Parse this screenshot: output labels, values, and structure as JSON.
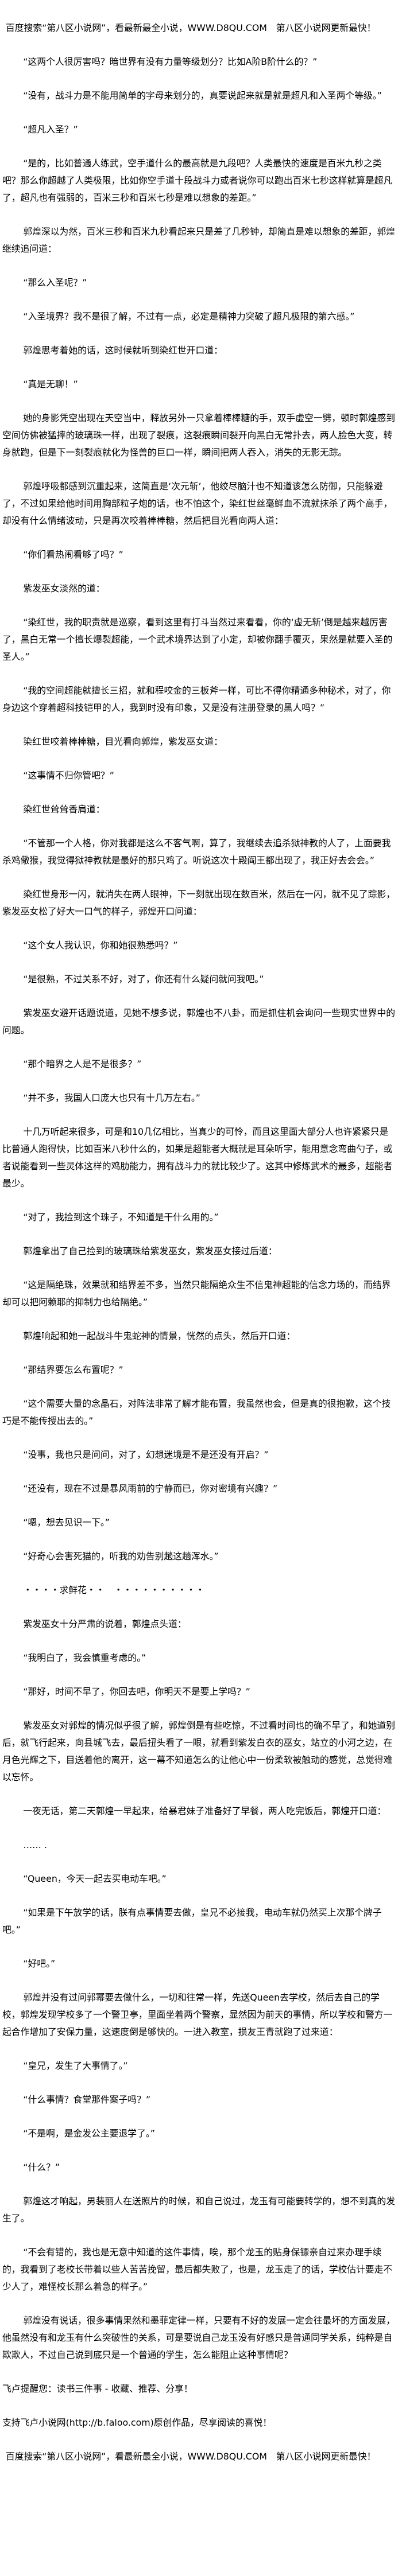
{
  "header_banner": "百度搜索“第八区小说网”，看最新最全小说，WWW.D8QU.COM　第八区小说网更新最快！",
  "paragraphs": [
    "“这两个人很厉害吗？暗世界有没有力量等级划分？比如A阶B阶什么的？”",
    "“没有，战斗力是不能用简单的字母来划分的，真要说起来就是就是超凡和入圣两个等级。”",
    "“超凡入圣？”",
    "“是的，比如普通人练武，空手道什么的最高就是九段吧？人类最快的速度是百米九秒之类吧？那么你超越了人类极限，比如你空手道十段战斗力或者说你可以跑出百米七秒这样就算是超凡了，超凡也有强弱的，百米三秒和百米七秒是难以想象的差距。”",
    "郭煌深以为然，百米三秒和百米九秒看起来只是差了几秒钟，却简直是难以想象的差距，郭煌继续追问道：",
    "“那么入圣呢？”",
    "“入圣境界？我不是很了解，不过有一点，必定是精神力突破了超凡极限的第六感。”",
    "郭煌思考着她的话，这时候就听到染红世开口道：",
    "“真是无聊！”",
    "她的身影凭空出现在天空当中，释放另外一只拿着棒棒糖的手，双手虚空一劈，顿时郭煌感到空间仿佛被猛摔的玻璃珠一样，出现了裂痕，这裂痕瞬间裂开向黑白无常扑去，两人脸色大变，转身就跑，但是下一刻裂痕就化为怪兽的巨口一样，瞬间把两人吞入，消失的无影无踪。",
    "郭煌呼吸都感到沉重起来，这简直是‘次元斩’，他绞尽脑汁也不知道该怎么防御，只能躲避了，不过如果给他时间用胸部粒子炮的话，也不怕这个，染红世丝毫鲜血不流就抹杀了两个高手，却没有什么情绪波动，只是再次咬着棒棒糖，然后把目光看向两人道：",
    "“你们看热闹看够了吗？”",
    "紫发巫女淡然的道：",
    "“染红世，我的职责就是巡察，看到这里有打斗当然过来看看，你的‘虚无斩’倒是越来越厉害了，黑白无常一个擅长爆裂超能，一个武术境界达到了小定，却被你翻手覆灭，果然是就要入圣的圣人。”",
    "“我的空间超能就擅长三招，就和程咬金的三板斧一样，可比不得你精通多种秘术，对了，你身边这个穿着超科技铠甲的人，我到时没有印象，又是没有注册登录的黑人吗？”",
    "染红世咬着棒棒糖，目光看向郭煌，紫发巫女道：",
    "“这事情不归你管吧？”",
    "染红世耸耸香肩道：",
    "“不管那一个人格，你对我都是这么不客气啊，算了，我继续去追杀狱神教的人了，上面要我杀鸡儆猴，我觉得狱神教就是最好的那只鸡了。听说这次十殿阎王都出现了，我正好去会会。”",
    "染红世身形一闪，就消失在两人眼神，下一刻就出现在数百米，然后在一闪，就不见了踪影，紫发巫女松了好大一口气的样子，郭煌开口问道：",
    "“这个女人我认识，你和她很熟悉吗？”",
    "“是很熟，不过关系不好，对了，你还有什么疑问就问我吧。”",
    "紫发巫女避开话题说道，见她不想多说，郭煌也不八卦，而是抓住机会询问一些现实世界中的问题。",
    "“那个暗界之人是不是很多？”",
    "“并不多，我国人口庞大也只有十几万左右。”",
    "十几万听起来很多，可是和10几亿相比，当真少的可怜，而且这里面大部分人也许紧紧只是比普通人跑得快，比如百米八秒什么的，如果是超能者大概就是耳朵听字，能用意念弯曲勺子，或者说能看到一些灵体这样的鸡肋能力，拥有战斗力的就比较少了。这其中修炼武术的最多，超能者最少。",
    "“对了，我捡到这个珠子，不知道是干什么用的。”",
    "郭煌拿出了自己捡到的玻璃珠给紫发巫女，紫发巫女接过后道：",
    "“这是隔绝珠，效果就和结界差不多，当然只能隔绝众生不信鬼神超能的信念力场的，而结界却可以把阿赖耶的抑制力也给隔绝。”",
    "郭煌响起和她一起战斗牛鬼蛇神的情景，恍然的点头，然后开口道：",
    "“那结界要怎么布置呢？”",
    "“这个需要大量的念晶石，对阵法非常了解才能布置，我虽然也会，但是真的很抱歉，这个技巧是不能传授出去的。”",
    "“没事，我也只是问问，对了，幻想迷境是不是还没有开启？”",
    "“还没有，现在不过是暴风雨前的宁静而已，你对密境有兴趣？”",
    "“嗯，想去见识一下。”",
    "“好奇心会害死猫的，听我的劝告别趟这趟浑水。”",
    "・・・・求鲜花・・　・・・・・・・・・・",
    "紫发巫女十分严肃的说着，郭煌点头道：",
    "“我明白了，我会慎重考虑的。”",
    "“那好，时间不早了，你回去吧，你明天不是要上学吗？”",
    "紫发巫女对郭煌的情况似乎很了解，郭煌倒是有些吃惊，不过看时间也的确不早了，和她道别后，就飞行起来，向县城飞去，最后扭头看了一眼，就看到紫发白衣的巫女，站立的小河之边，在月色光辉之下，目送着他的离开，这一幕不知道怎么的让他心中一份柔软被触动的感觉，总觉得难以忘怀。",
    "一夜无话，第二天郭煌一早起来，给暴君妹子准备好了早餐，两人吃完饭后，郭煌开口道：",
    "…… .",
    "“Queen，今天一起去买电动车吧。”",
    "“如果是下午放学的话，朕有点事情要去做，皇兄不必接我，电动车就仍然买上次那个牌子吧。”",
    "“好吧。”",
    "郭煌并没有过问郭幂要去做什么，一切和往常一样，先送Queen去学校，然后去自己的学校，郭煌发现学校多了一个警卫亭，里面坐着两个警察，显然因为前天的事情，所以学校和警方一起合作增加了安保力量，这速度倒是够快的。一进入教室，损友王青就跑了过来道：",
    "“皇兄，发生了大事情了。”",
    "“什么事情？食堂那件案子吗？”",
    "“不是啊，是金发公主要退学了。”",
    "“什么？”",
    "郭煌这才响起，男装丽人在送照片的时候，和自己说过，龙玉有可能要转学的，想不到真的发生了。",
    "“不会有错的，我也是无意中知道的这件事情，唉，那个龙玉的贴身保镖亲自过来办理手续的，我看到了老校长带着以些人苦苦挽留，最后都失败了，也是，龙玉走了的话，学校估计要走不少人了，难怪校长那么着急的样子。”",
    "郭煌没有说话，很多事情果然和墨菲定律一样，只要有不好的发展一定会往最坏的方面发展，他虽然没有和龙玉有什么突破性的关系，可是要说自己龙玉没有好感只是普通同学关系，纯粹是自欺欺人，不过自己说到底只是一个普通的学生，怎么能阻止这种事情呢？"
  ],
  "footer": {
    "reminder": "飞卢提醒您：读书三件事 - 收藏、推荐、分享！",
    "support": "支持飞卢小说网(http://b.faloo.com)原创作品，尽享阅读的喜悦！",
    "banner": "百度搜索“第八区小说网”，看最新最全小说，WWW.D8QU.COM　第八区小说网更新最快！"
  }
}
